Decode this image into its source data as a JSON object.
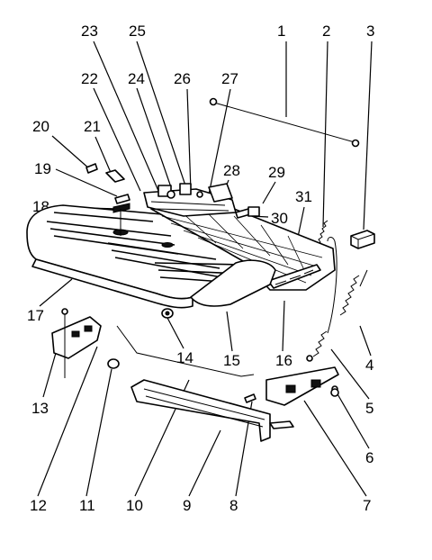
{
  "callouts": [
    {
      "id": "1",
      "text": "1"
    },
    {
      "id": "2",
      "text": "2"
    },
    {
      "id": "3",
      "text": "3"
    },
    {
      "id": "4",
      "text": "4"
    },
    {
      "id": "5",
      "text": "5"
    },
    {
      "id": "6",
      "text": "6"
    },
    {
      "id": "7",
      "text": "7"
    },
    {
      "id": "8",
      "text": "8"
    },
    {
      "id": "9",
      "text": "9"
    },
    {
      "id": "10",
      "text": "10"
    },
    {
      "id": "11",
      "text": "11"
    },
    {
      "id": "12",
      "text": "12"
    },
    {
      "id": "13",
      "text": "13"
    },
    {
      "id": "14",
      "text": "14"
    },
    {
      "id": "15",
      "text": "15"
    },
    {
      "id": "16",
      "text": "16"
    },
    {
      "id": "17",
      "text": "17"
    },
    {
      "id": "18",
      "text": "18"
    },
    {
      "id": "19",
      "text": "19"
    },
    {
      "id": "20",
      "text": "20"
    },
    {
      "id": "21",
      "text": "21"
    },
    {
      "id": "22",
      "text": "22"
    },
    {
      "id": "23",
      "text": "23"
    },
    {
      "id": "24",
      "text": "24"
    },
    {
      "id": "25",
      "text": "25"
    },
    {
      "id": "26",
      "text": "26"
    },
    {
      "id": "27",
      "text": "27"
    },
    {
      "id": "28",
      "text": "28"
    },
    {
      "id": "29",
      "text": "29"
    },
    {
      "id": "30",
      "text": "30"
    },
    {
      "id": "31",
      "text": "31"
    }
  ],
  "colors": {
    "line": "#000000",
    "background": "#ffffff"
  }
}
